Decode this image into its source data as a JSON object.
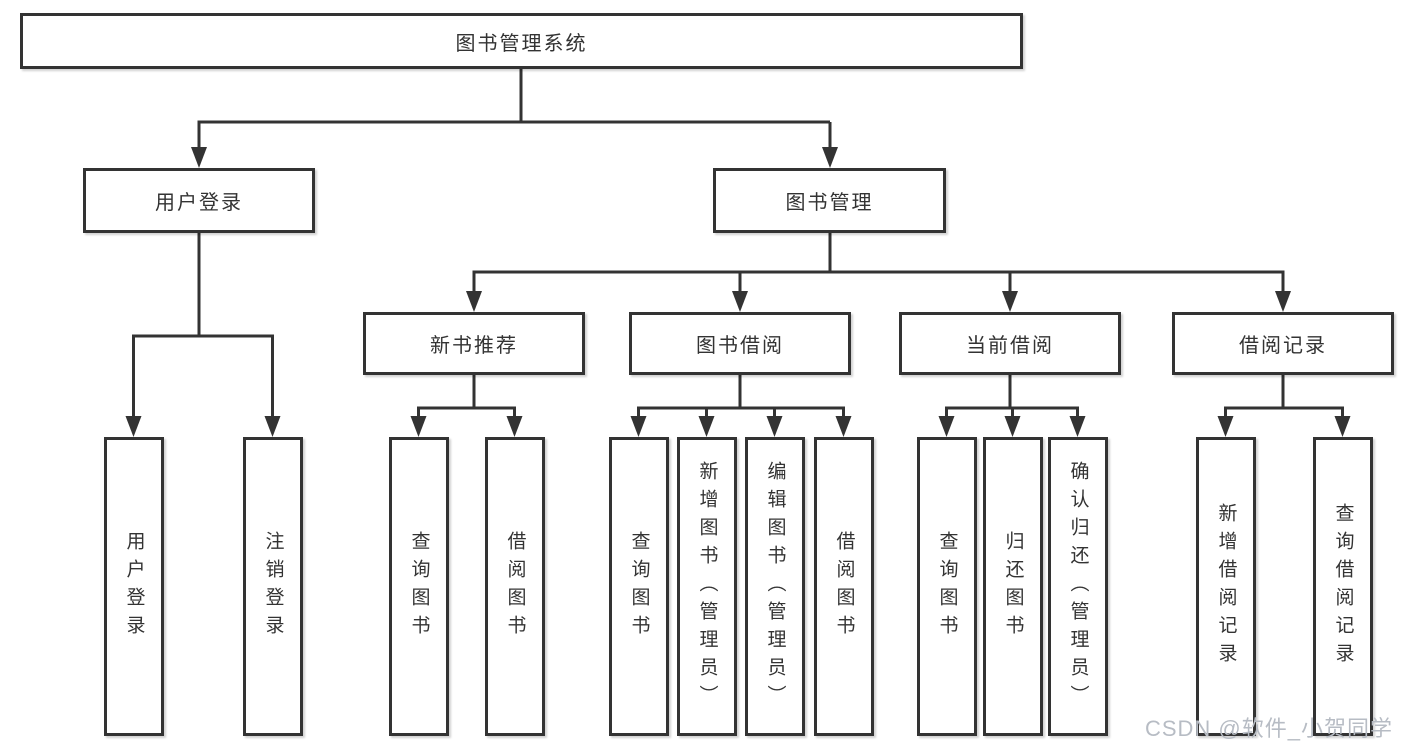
{
  "tree": {
    "root": {
      "label": "图书管理系统"
    },
    "children": [
      {
        "label": "用户登录",
        "children": [
          {
            "label": "用户登录"
          },
          {
            "label": "注销登录"
          }
        ]
      },
      {
        "label": "图书管理",
        "children": [
          {
            "label": "新书推荐",
            "children": [
              {
                "label": "查询图书"
              },
              {
                "label": "借阅图书"
              }
            ]
          },
          {
            "label": "图书借阅",
            "children": [
              {
                "label": "查询图书"
              },
              {
                "label": "新增图书（管理员）"
              },
              {
                "label": "编辑图书（管理员）"
              },
              {
                "label": "借阅图书"
              }
            ]
          },
          {
            "label": "当前借阅",
            "children": [
              {
                "label": "查询图书"
              },
              {
                "label": "归还图书"
              },
              {
                "label": "确认归还（管理员）"
              }
            ]
          },
          {
            "label": "借阅记录",
            "children": [
              {
                "label": "新增借阅记录"
              },
              {
                "label": "查询借阅记录"
              }
            ]
          }
        ]
      }
    ]
  },
  "watermark": {
    "text": "CSDN @软件_小贺同学"
  },
  "colors": {
    "line": "#333333",
    "box_border": "#333333",
    "box_fill": "#ffffff",
    "text": "#333333",
    "watermark": "#b7bcc4"
  }
}
